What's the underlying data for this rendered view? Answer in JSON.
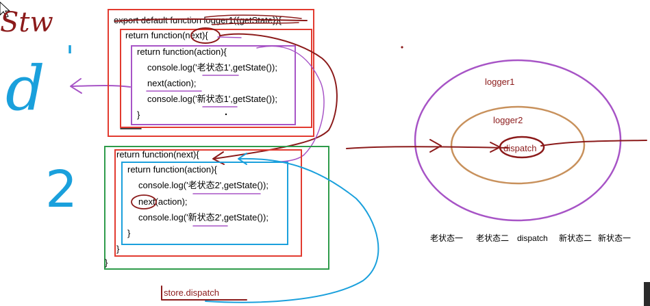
{
  "colors": {
    "red": "#e23a2f",
    "green": "#2e9b4a",
    "blue": "#1aa0dc",
    "purple": "#a754c6",
    "dark_red": "#8b1a1a",
    "brown": "#c8915c"
  },
  "handwriting": {
    "top_left": "Stw",
    "d_mark": "d",
    "tick": "'",
    "two": "2"
  },
  "code_block1": {
    "line0": "export default function logger1({getState}){",
    "line1": "return function(next){",
    "line2": "return function(action){",
    "line3": "console.log('老状态1',getState());",
    "line4": "next(action);",
    "line5": "console.log('新状态1',getState());",
    "line6": "}"
  },
  "code_block2": {
    "line1": "return function(next){",
    "line2": "return function(action){",
    "line3": "console.log('老状态2',getState());",
    "line4": "next(action);",
    "line5": "console.log('新状态2',getState());",
    "line6": "}",
    "line7": "}",
    "line8": "}"
  },
  "store_dispatch": "store.dispatch",
  "onion": {
    "outer": "logger1",
    "middle": "logger2",
    "core": "dispatch"
  },
  "sequence": [
    "老状态一",
    "老状态二",
    "dispatch",
    "新状态二",
    "新状态一"
  ]
}
